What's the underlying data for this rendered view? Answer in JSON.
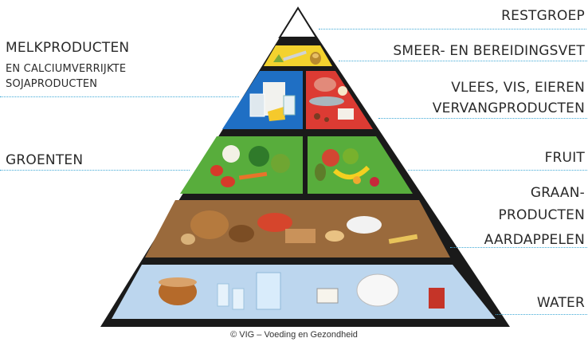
{
  "labels": {
    "restgroep": "RESTGROEP",
    "smeer": "SMEER- EN BEREIDINGSVET",
    "melk_line1": "MELKPRODUCTEN",
    "melk_line2": "EN CALCIUMVERRIJKTE",
    "melk_line3": "SOJAPRODUCTEN",
    "vlees_line1": "VLEES, VIS, EIEREN",
    "vlees_line2": "VERVANGPRODUCTEN",
    "groenten": "GROENTEN",
    "fruit": "FRUIT",
    "graan_line1": "GRAAN-",
    "graan_line2": "PRODUCTEN",
    "aardappelen": "AARDAPPELEN",
    "water": "WATER"
  },
  "credit": "© VIG – Voeding en Gezondheid",
  "colors": {
    "yellow": "#f3d22e",
    "blue": "#1f6fc4",
    "red": "#dc3b33",
    "green": "#58ad3c",
    "brown": "#9a6a3c",
    "water": "#bcd6ee",
    "frame": "#1a1a1a",
    "line": "#3fa9d6"
  }
}
